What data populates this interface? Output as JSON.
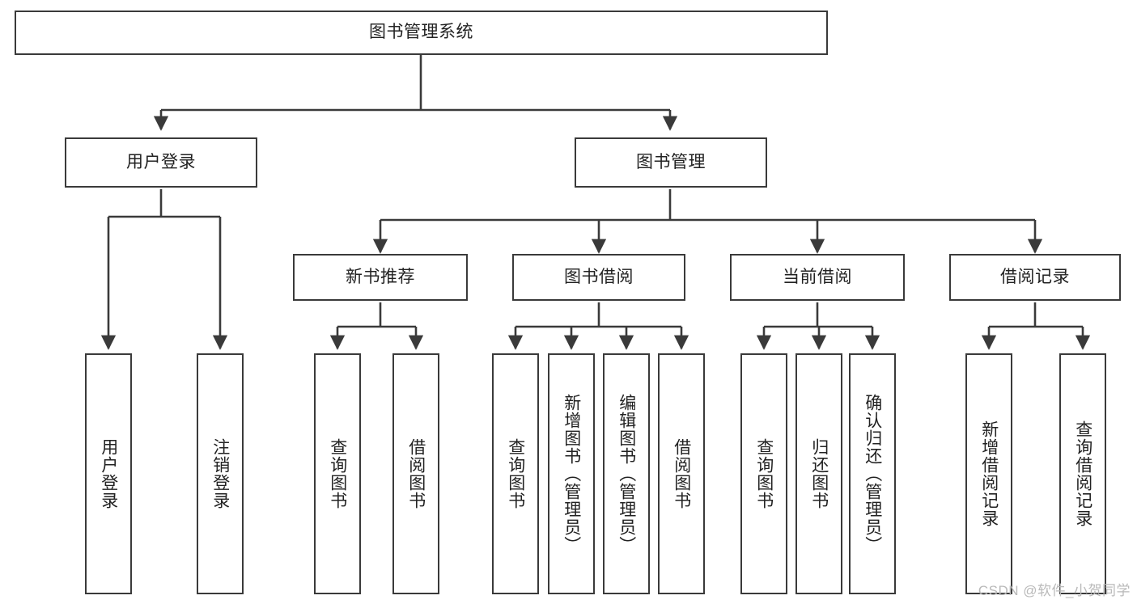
{
  "diagram": {
    "title": "图书管理系统",
    "type": "hierarchy-tree",
    "orientation": "top-down",
    "colors": {
      "box_border": "#3a3a3a",
      "box_fill": "#ffffff",
      "connector": "#3a3a3a",
      "text": "#222222",
      "watermark": "#b9b9b9"
    },
    "root": {
      "id": "root",
      "label": "图书管理系统"
    },
    "level2": [
      {
        "id": "user-login",
        "label": "用户登录"
      },
      {
        "id": "book-manage",
        "label": "图书管理"
      }
    ],
    "level3": [
      {
        "id": "new-book-recommend",
        "label": "新书推荐",
        "parent": "book-manage"
      },
      {
        "id": "book-borrow",
        "label": "图书借阅",
        "parent": "book-manage"
      },
      {
        "id": "current-borrow",
        "label": "当前借阅",
        "parent": "book-manage"
      },
      {
        "id": "borrow-record",
        "label": "借阅记录",
        "parent": "book-manage"
      }
    ],
    "leaves": [
      {
        "id": "leaf-user-login",
        "label": "用户登录",
        "parent": "user-login"
      },
      {
        "id": "leaf-logout",
        "label": "注销登录",
        "parent": "user-login"
      },
      {
        "id": "leaf-query-book-1",
        "label": "查询图书",
        "parent": "new-book-recommend"
      },
      {
        "id": "leaf-borrow-book-1",
        "label": "借阅图书",
        "parent": "new-book-recommend"
      },
      {
        "id": "leaf-query-book-2",
        "label": "查询图书",
        "parent": "book-borrow"
      },
      {
        "id": "leaf-add-book",
        "label": "新增图书（管理员）",
        "parent": "book-borrow"
      },
      {
        "id": "leaf-edit-book",
        "label": "编辑图书（管理员）",
        "parent": "book-borrow"
      },
      {
        "id": "leaf-borrow-book-2",
        "label": "借阅图书",
        "parent": "book-borrow"
      },
      {
        "id": "leaf-query-book-3",
        "label": "查询图书",
        "parent": "current-borrow"
      },
      {
        "id": "leaf-return-book",
        "label": "归还图书",
        "parent": "current-borrow"
      },
      {
        "id": "leaf-confirm-return",
        "label": "确认归还（管理员）",
        "parent": "current-borrow"
      },
      {
        "id": "leaf-add-record",
        "label": "新增借阅记录",
        "parent": "borrow-record"
      },
      {
        "id": "leaf-query-record",
        "label": "查询借阅记录",
        "parent": "borrow-record"
      }
    ],
    "watermark": "CSDN @软件_小贺同学"
  }
}
